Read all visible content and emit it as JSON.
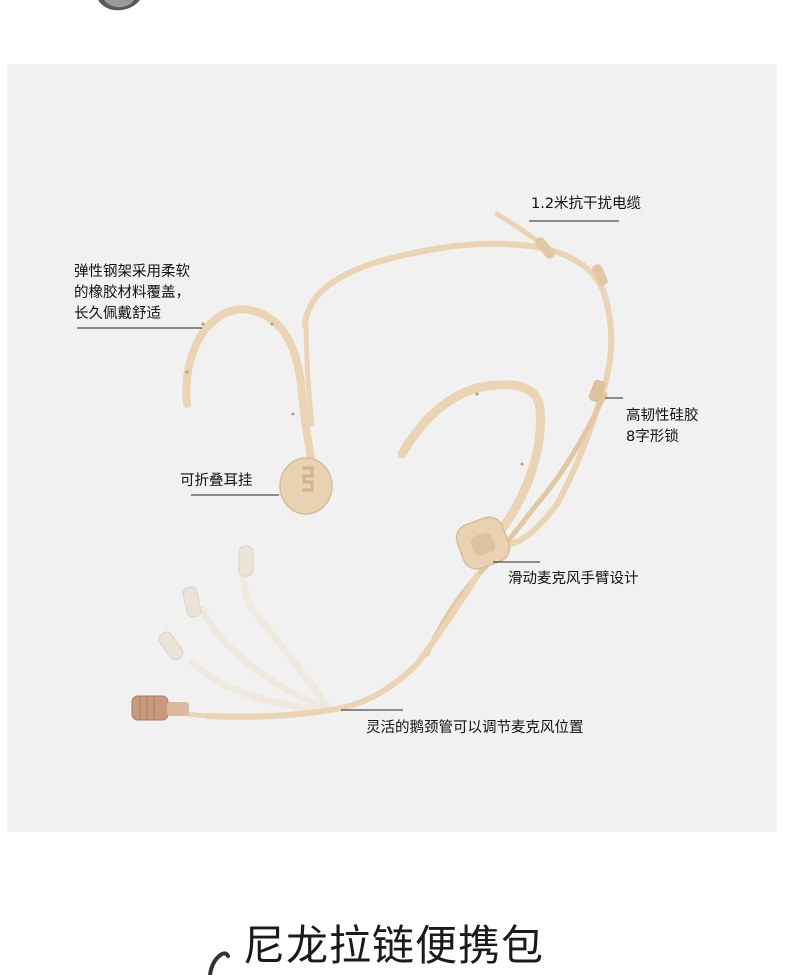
{
  "callouts": {
    "cable": "1.2米抗干扰电缆",
    "steel_frame": [
      "弹性钢架采用柔软",
      "的橡胶材料覆盖，",
      "长久佩戴舒适"
    ],
    "silicone_lock": [
      "高韧性硅胶",
      "8字形锁"
    ],
    "ear_hook": "可折叠耳挂",
    "slide_arm": "滑动麦克风手臂设计",
    "gooseneck": "灵活的鹅颈管可以调节麦克风位置"
  },
  "section_title": "尼龙拉链便携包",
  "colors": {
    "panel_bg": "#f1f1f1",
    "headset_skin": "#ead4b3",
    "headset_shadow": "#d7bd98",
    "connector": "#c99a7c",
    "leader_line": "#222222"
  }
}
